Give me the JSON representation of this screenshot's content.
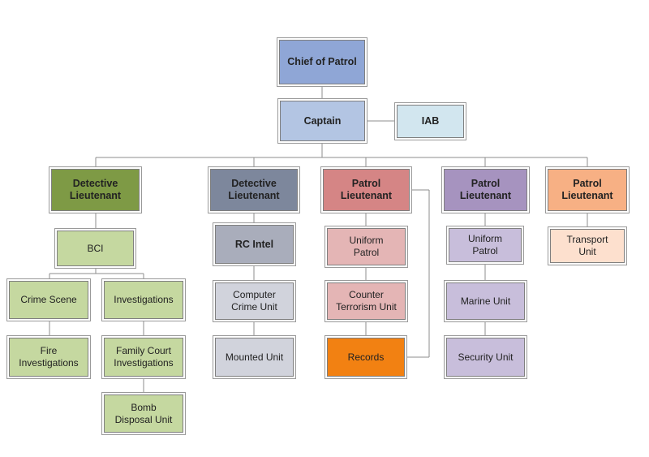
{
  "nodes": [
    {
      "id": "chief-of-patrol",
      "label": "Chief of Patrol",
      "color": "#8fa6d6",
      "bold": true
    },
    {
      "id": "captain",
      "label": "Captain",
      "color": "#b3c5e3",
      "bold": true
    },
    {
      "id": "iab",
      "label": "IAB",
      "color": "#d2e6ef",
      "bold": true
    },
    {
      "id": "detective-lt-1",
      "label": "Detective\nLieutenant",
      "color": "#7e9a45",
      "bold": true
    },
    {
      "id": "detective-lt-2",
      "label": "Detective\nLieutenant",
      "color": "#7d879c",
      "bold": true
    },
    {
      "id": "patrol-lt-1",
      "label": "Patrol\nLieutenant",
      "color": "#d58585",
      "bold": true
    },
    {
      "id": "patrol-lt-2",
      "label": "Patrol\nLieutenant",
      "color": "#a693bf",
      "bold": true
    },
    {
      "id": "patrol-lt-3",
      "label": "Patrol\nLieutenant",
      "color": "#f7b084",
      "bold": true
    },
    {
      "id": "bci",
      "label": "BCI",
      "color": "#c5d8a0",
      "bold": false
    },
    {
      "id": "crime-scene",
      "label": "Crime Scene",
      "color": "#c5d8a0",
      "bold": false
    },
    {
      "id": "investigations",
      "label": "Investigations",
      "color": "#c5d8a0",
      "bold": false
    },
    {
      "id": "fire-investigations",
      "label": "Fire\nInvestigations",
      "color": "#c5d8a0",
      "bold": false
    },
    {
      "id": "family-court-investigations",
      "label": "Family Court\nInvestigations",
      "color": "#c5d8a0",
      "bold": false
    },
    {
      "id": "bomb-disposal-unit",
      "label": "Bomb\nDisposal Unit",
      "color": "#c5d8a0",
      "bold": false
    },
    {
      "id": "rc-intel",
      "label": "RC Intel",
      "color": "#a9adbb",
      "bold": true
    },
    {
      "id": "computer-crime-unit",
      "label": "Computer\nCrime Unit",
      "color": "#d1d3dc",
      "bold": false
    },
    {
      "id": "mounted-unit",
      "label": "Mounted Unit",
      "color": "#d1d3dc",
      "bold": false
    },
    {
      "id": "uniform-patrol-1",
      "label": "Uniform\nPatrol",
      "color": "#e4b5b5",
      "bold": false
    },
    {
      "id": "counter-terrorism-unit",
      "label": "Counter\nTerrorism Unit",
      "color": "#e4b5b5",
      "bold": false
    },
    {
      "id": "records",
      "label": "Records",
      "color": "#f28112",
      "bold": false
    },
    {
      "id": "uniform-patrol-2",
      "label": "Uniform\nPatrol",
      "color": "#c8bedb",
      "bold": false
    },
    {
      "id": "marine-unit",
      "label": "Marine Unit",
      "color": "#c8bedb",
      "bold": false
    },
    {
      "id": "security-unit",
      "label": "Security Unit",
      "color": "#c8bedb",
      "bold": false
    },
    {
      "id": "transport-unit",
      "label": "Transport\nUnit",
      "color": "#fde0ce",
      "bold": false
    }
  ]
}
